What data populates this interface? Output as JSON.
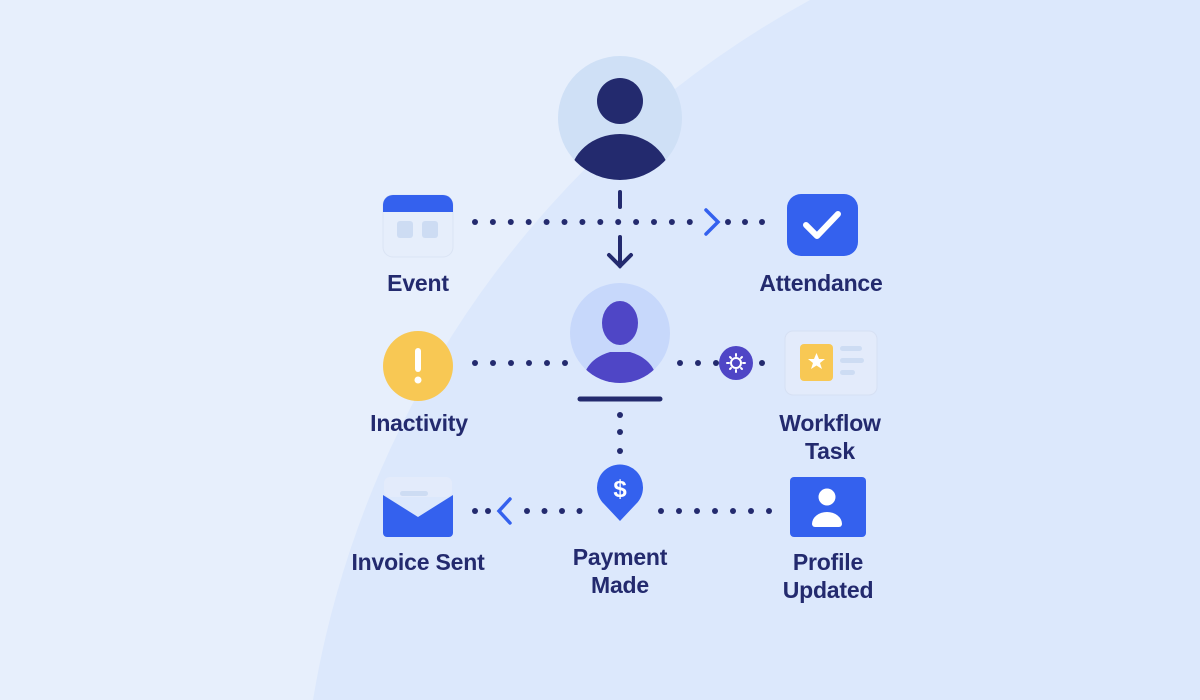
{
  "colors": {
    "navy": "#232a6e",
    "blue": "#3461ee",
    "purple": "#4f46c6",
    "yellow": "#f8c854",
    "background": "#e7effc"
  },
  "nodes": {
    "event": {
      "label": "Event",
      "icon": "calendar-icon"
    },
    "attendance": {
      "label": "Attendance",
      "icon": "checkmark-icon"
    },
    "inactivity": {
      "label": "Inactivity",
      "icon": "exclamation-icon"
    },
    "workflow": {
      "line1": "Workflow",
      "line2": "Task",
      "icon": "task-card-icon"
    },
    "invoice": {
      "label": "Invoice Sent",
      "icon": "envelope-icon"
    },
    "payment": {
      "line1": "Payment",
      "line2": "Made",
      "icon": "dollar-pin-icon"
    },
    "profile": {
      "line1": "Profile",
      "line2": "Updated",
      "icon": "profile-card-icon"
    }
  },
  "payment_symbol": "$"
}
